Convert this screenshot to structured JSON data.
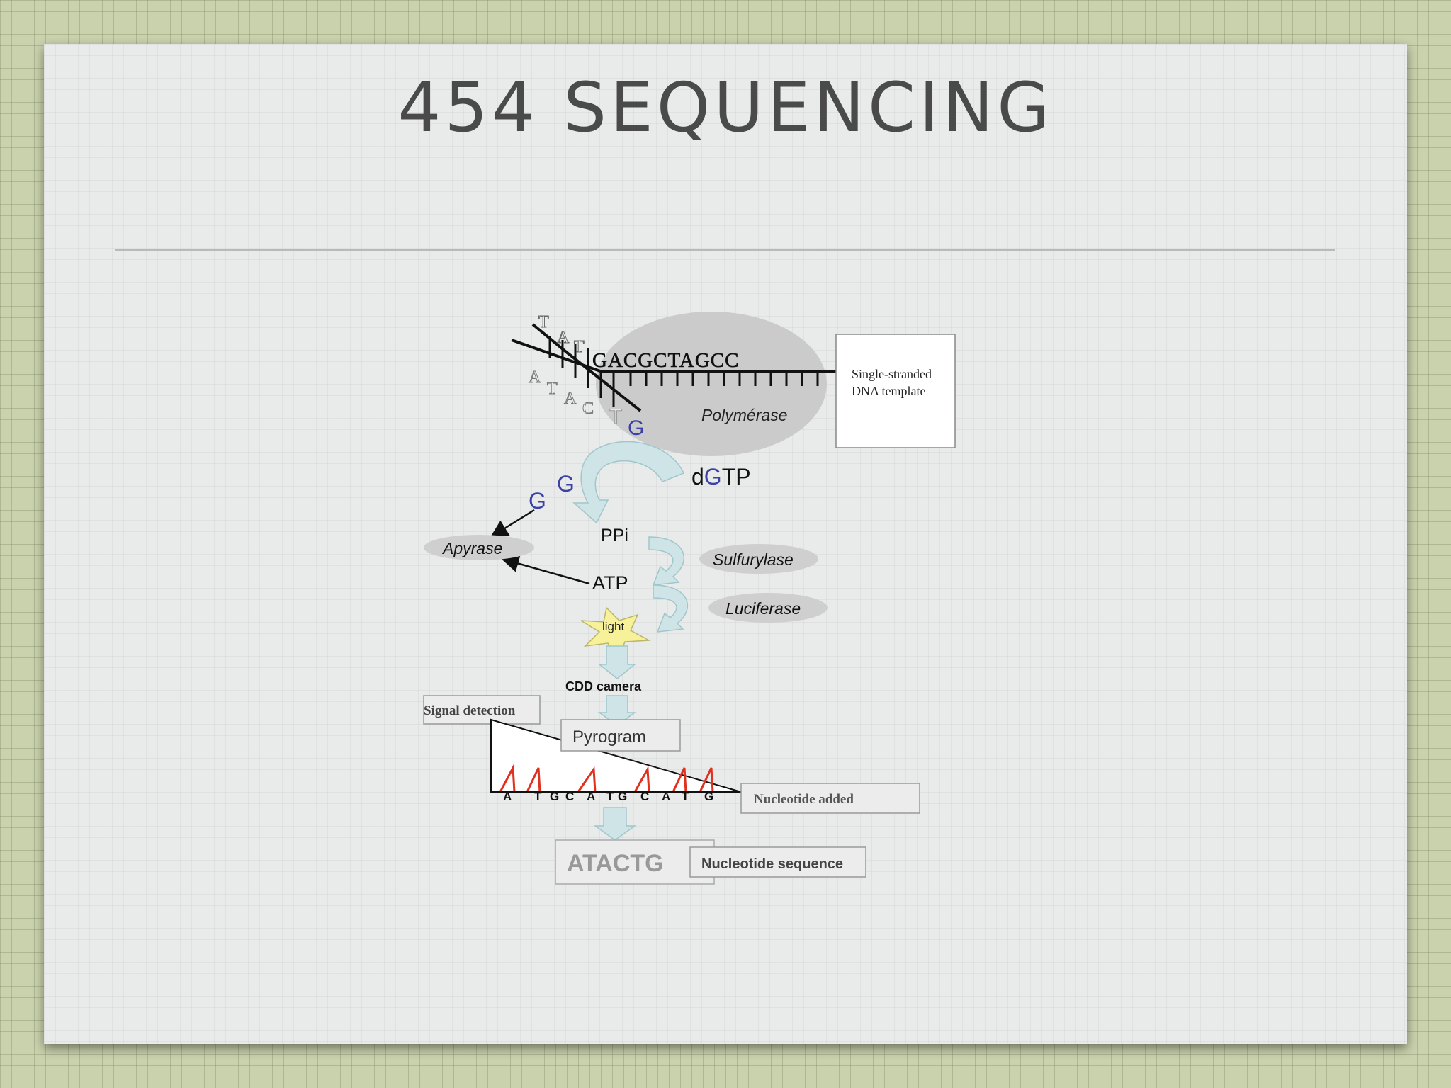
{
  "slide": {
    "title": "454 SEQUENCING"
  },
  "diagram": {
    "primer_bases": [
      "T",
      "A",
      "T"
    ],
    "primer_lower_bases": [
      "A",
      "T",
      "A",
      "C",
      "T",
      "G"
    ],
    "template_sequence": "GACGCTAGCC",
    "template_label": "Single-stranded DNA template",
    "template_label_lines": [
      "Single-stranded",
      "DNA template"
    ],
    "polymerase": "Polymérase",
    "dgtp": {
      "prefix": "d",
      "base": "G",
      "suffix": "TP"
    },
    "released_g": [
      "G",
      "G"
    ],
    "ppi": "PPi",
    "atp": "ATP",
    "apyrase": "Apyrase",
    "sulfurylase": "Sulfurylase",
    "luciferase": "Luciferase",
    "light": "light",
    "camera": "CDD camera",
    "signal_detection": "Signal detection",
    "pyrogram": "Pyrogram",
    "nucleotides_added": [
      "A",
      "T",
      "G",
      "C",
      "A",
      "T",
      "G",
      "C",
      "A",
      "T",
      "G"
    ],
    "nucleotide_added_label": "Nucleotide added",
    "result_sequence": "ATACTG",
    "nucleotide_sequence_label": "Nucleotide sequence"
  },
  "colors": {
    "accent_blue": "#3b42a6",
    "peak_red": "#e0301e",
    "arrow_fill": "#cfe4e6"
  }
}
